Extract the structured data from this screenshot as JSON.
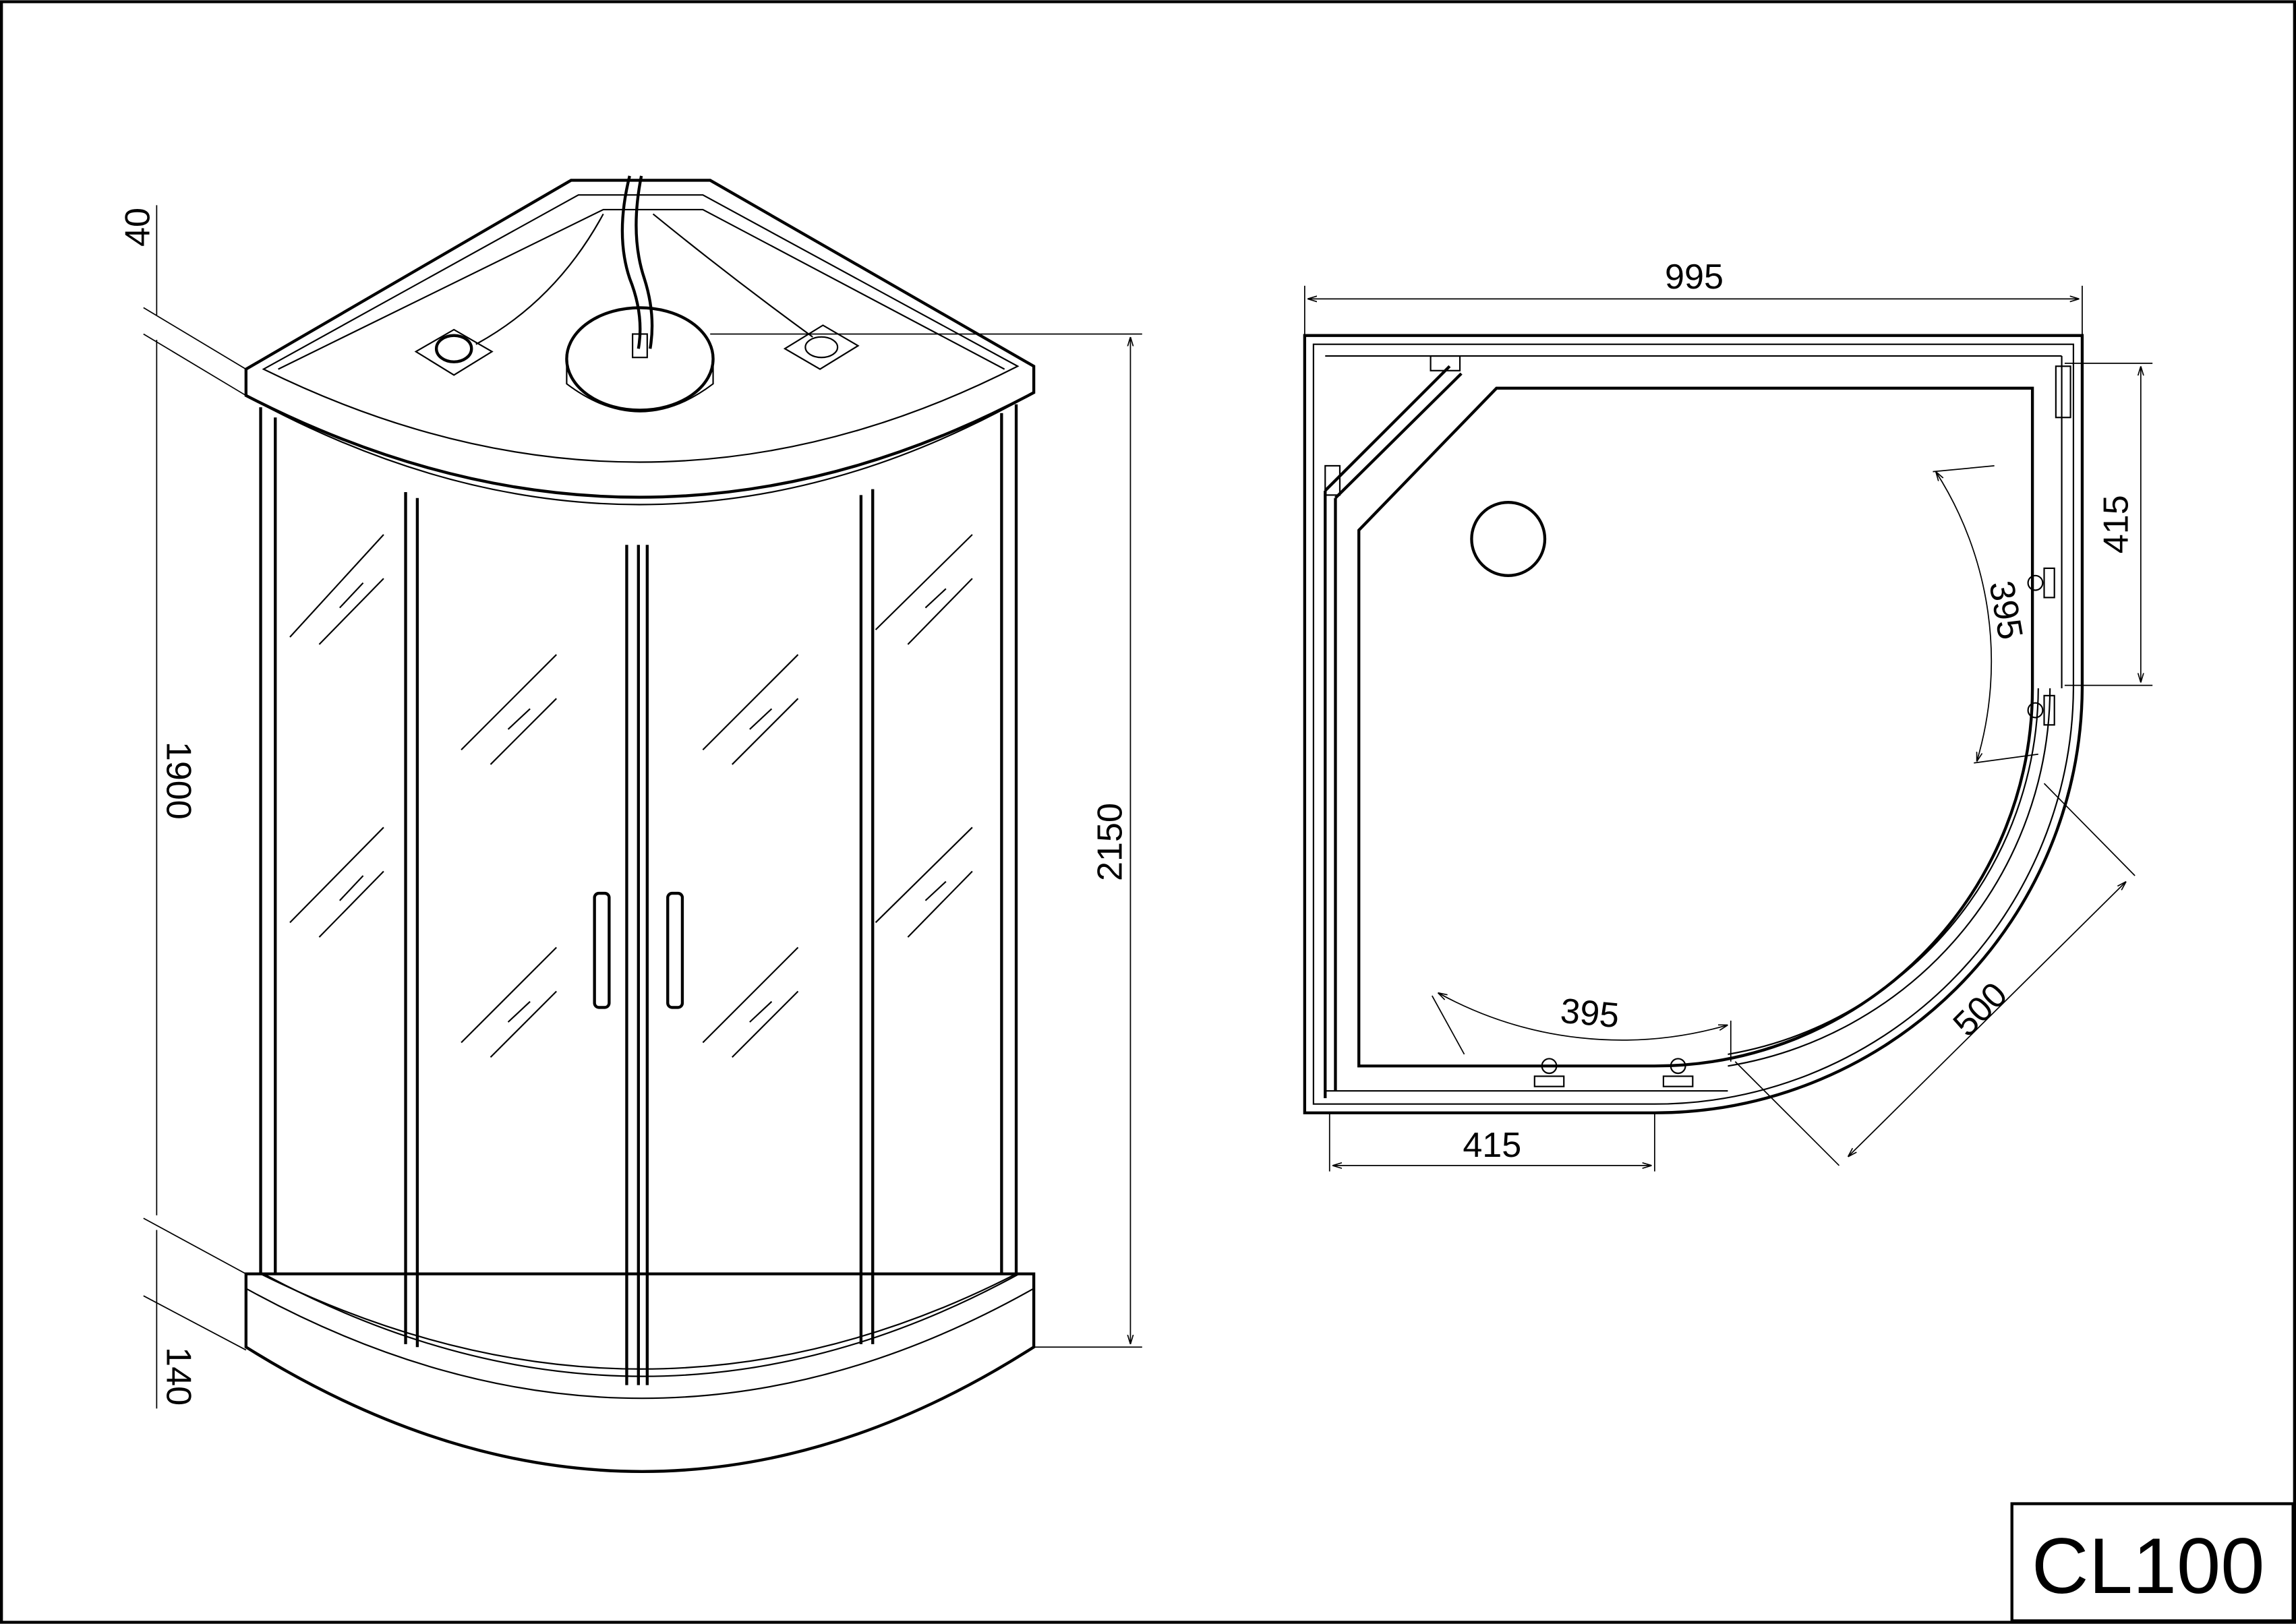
{
  "title": "CL100",
  "elevation_view": {
    "dimensions": {
      "roof_height": "40",
      "glass_height": "1900",
      "tray_height": "140",
      "total_height": "2150"
    }
  },
  "plan_view": {
    "dimensions": {
      "overall_width": "995",
      "side_panel_right": "415",
      "door_arc_right": "395",
      "door_arc_bottom": "395",
      "side_panel_bottom": "415",
      "radius": "500"
    }
  },
  "colors": {
    "line": "#000000",
    "background": "#ffffff"
  }
}
